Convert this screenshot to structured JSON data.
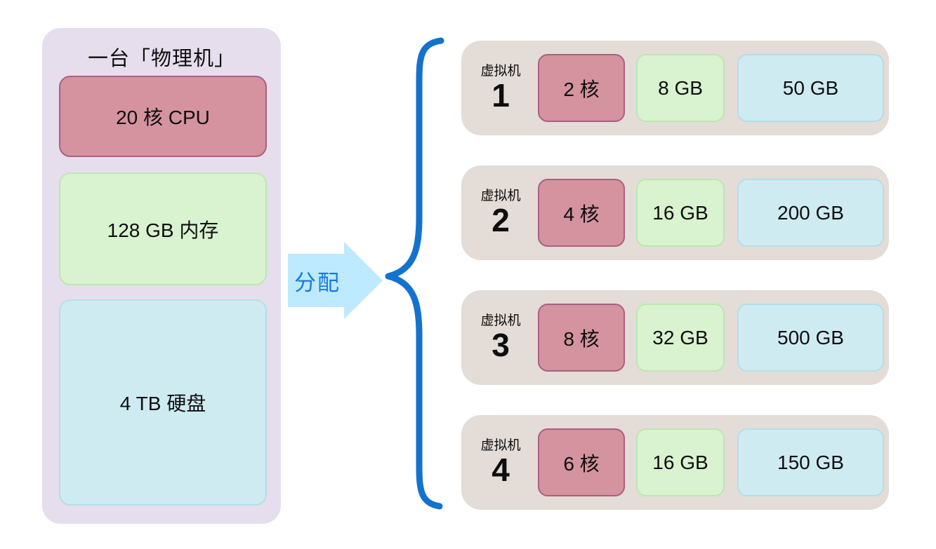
{
  "physical_machine": {
    "title": "一台「物理机」",
    "cpu": "20 核 CPU",
    "memory": "128 GB 内存",
    "disk": "4 TB 硬盘"
  },
  "allocation_arrow": {
    "label": "分配"
  },
  "vms": [
    {
      "label": "虚拟机",
      "number": "1",
      "cpu": "2 核",
      "memory": "8 GB",
      "disk": "50 GB"
    },
    {
      "label": "虚拟机",
      "number": "2",
      "cpu": "4 核",
      "memory": "16 GB",
      "disk": "200 GB"
    },
    {
      "label": "虚拟机",
      "number": "3",
      "cpu": "8 核",
      "memory": "32 GB",
      "disk": "500 GB"
    },
    {
      "label": "虚拟机",
      "number": "4",
      "cpu": "6 核",
      "memory": "16 GB",
      "disk": "150 GB"
    }
  ],
  "colors": {
    "lavender": "#e6deed",
    "taupe": "#e3dcd7",
    "red-fill": "#d4939f",
    "red-border": "#aa5f83",
    "green-fill": "#d9f2cf",
    "green-border": "#bde7af",
    "blue-fill": "#cfebf2",
    "blue-border": "#b4dee9",
    "arrow-fill": "#bdeafe",
    "arrow-text": "#187ade",
    "brace": "#1472cf",
    "text": "#0e0e0e"
  }
}
